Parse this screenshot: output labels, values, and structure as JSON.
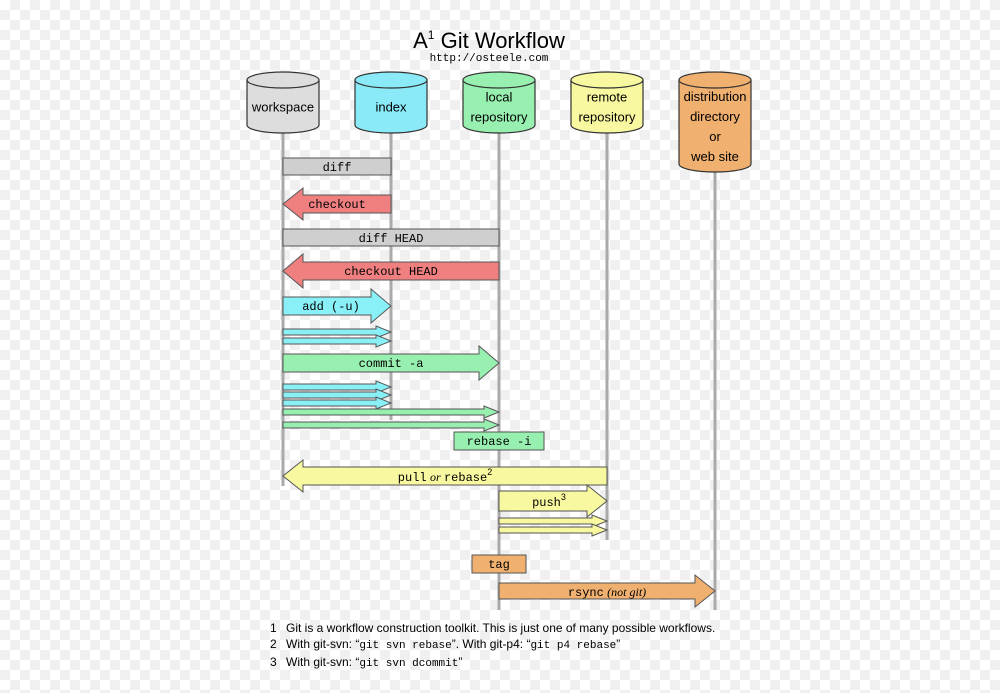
{
  "title": {
    "main": "A",
    "sup": "1",
    "rest": " Git Workflow",
    "url": "http://osteele.com"
  },
  "colors": {
    "gray": "#cfcfcf",
    "red": "#f08080",
    "cyan": "#8af0f8",
    "green": "#98f0b0",
    "yellow": "#f8f8a0",
    "orange": "#f0b070"
  },
  "stores": [
    {
      "id": "workspace",
      "lines": [
        "workspace"
      ],
      "color": "#dddddd"
    },
    {
      "id": "index",
      "lines": [
        "index"
      ],
      "color": "#8aeaf8"
    },
    {
      "id": "local",
      "lines": [
        "local",
        "repository"
      ],
      "color": "#98f0b0"
    },
    {
      "id": "remote",
      "lines": [
        "remote",
        "repository"
      ],
      "color": "#f8f8a0"
    },
    {
      "id": "dist",
      "lines": [
        "distribution",
        "directory",
        "or",
        "web site"
      ],
      "color": "#f0b070"
    }
  ],
  "commands": {
    "diff": "diff",
    "checkout": "checkout",
    "diff_head": "diff HEAD",
    "checkout_head": "checkout HEAD",
    "add": "add (-u)",
    "commit_a": "commit -a",
    "rebase_i": "rebase -i",
    "pull": "pull",
    "or": "or",
    "rebase": "rebase",
    "pull_sup": "2",
    "push": "push",
    "push_sup": "3",
    "tag": "tag",
    "rsync": "rsync",
    "not_git": "(not git)"
  },
  "footnotes": [
    {
      "num": "1",
      "parts": [
        {
          "t": "Git is a workflow construction toolkit.  This is just one of many possible workflows.",
          "code": false
        }
      ]
    },
    {
      "num": "2",
      "parts": [
        {
          "t": "With git-svn: “",
          "code": false
        },
        {
          "t": "git svn rebase",
          "code": true
        },
        {
          "t": "”. With git-p4: “",
          "code": false
        },
        {
          "t": "git p4 rebase",
          "code": true
        },
        {
          "t": "”",
          "code": false
        }
      ]
    },
    {
      "num": "3",
      "parts": [
        {
          "t": "With git-svn: “",
          "code": false
        },
        {
          "t": "git svn dcommit",
          "code": true
        },
        {
          "t": "”",
          "code": false
        }
      ]
    }
  ]
}
